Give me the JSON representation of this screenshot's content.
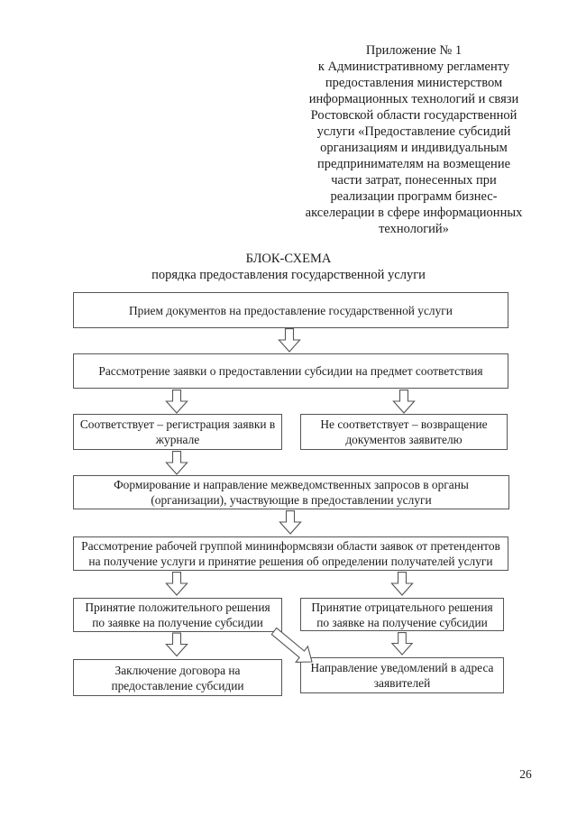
{
  "page_number": "26",
  "appendix_header": {
    "lines": [
      "Приложение № 1",
      "к Административному регламенту",
      "предоставления министерством",
      "информационных технологий и связи",
      "Ростовской области государственной",
      "услуги «Предоставление субсидий",
      "организациям и индивидуальным",
      "предпринимателям на возмещение",
      "части затрат, понесенных при",
      "реализации программ бизнес-",
      "акселерации в сфере информационных",
      "технологий»"
    ]
  },
  "title": {
    "line1": "БЛОК-СХЕМА",
    "line2": "порядка предоставления государственной услуги"
  },
  "flowchart": {
    "boxes": [
      {
        "text": "Прием документов на предоставление государственной услуги"
      },
      {
        "text": "Рассмотрение заявки о предоставлении субсидии на предмет соответствия"
      },
      {
        "text": "Соответствует – регистрация заявки в журнале"
      },
      {
        "text": "Не соответствует – возвращение документов заявителю"
      },
      {
        "text": "Формирование и направление межведомственных запросов в органы (организации), участвующие в предоставлении услуги"
      },
      {
        "text": "Рассмотрение рабочей группой мининформсвязи области заявок от претендентов на получение услуги и принятие решения об определении получателей услуги"
      },
      {
        "text": "Принятие положительного решения по заявке на получение субсидии"
      },
      {
        "text": "Принятие отрицательного решения по заявке на получение субсидии"
      },
      {
        "text": "Заключение договора на предоставление субсидии"
      },
      {
        "text": "Направление уведомлений в адреса заявителей"
      }
    ]
  },
  "colors": {
    "background": "#ffffff",
    "box_border": "#555555",
    "text": "#1c1c1c"
  }
}
